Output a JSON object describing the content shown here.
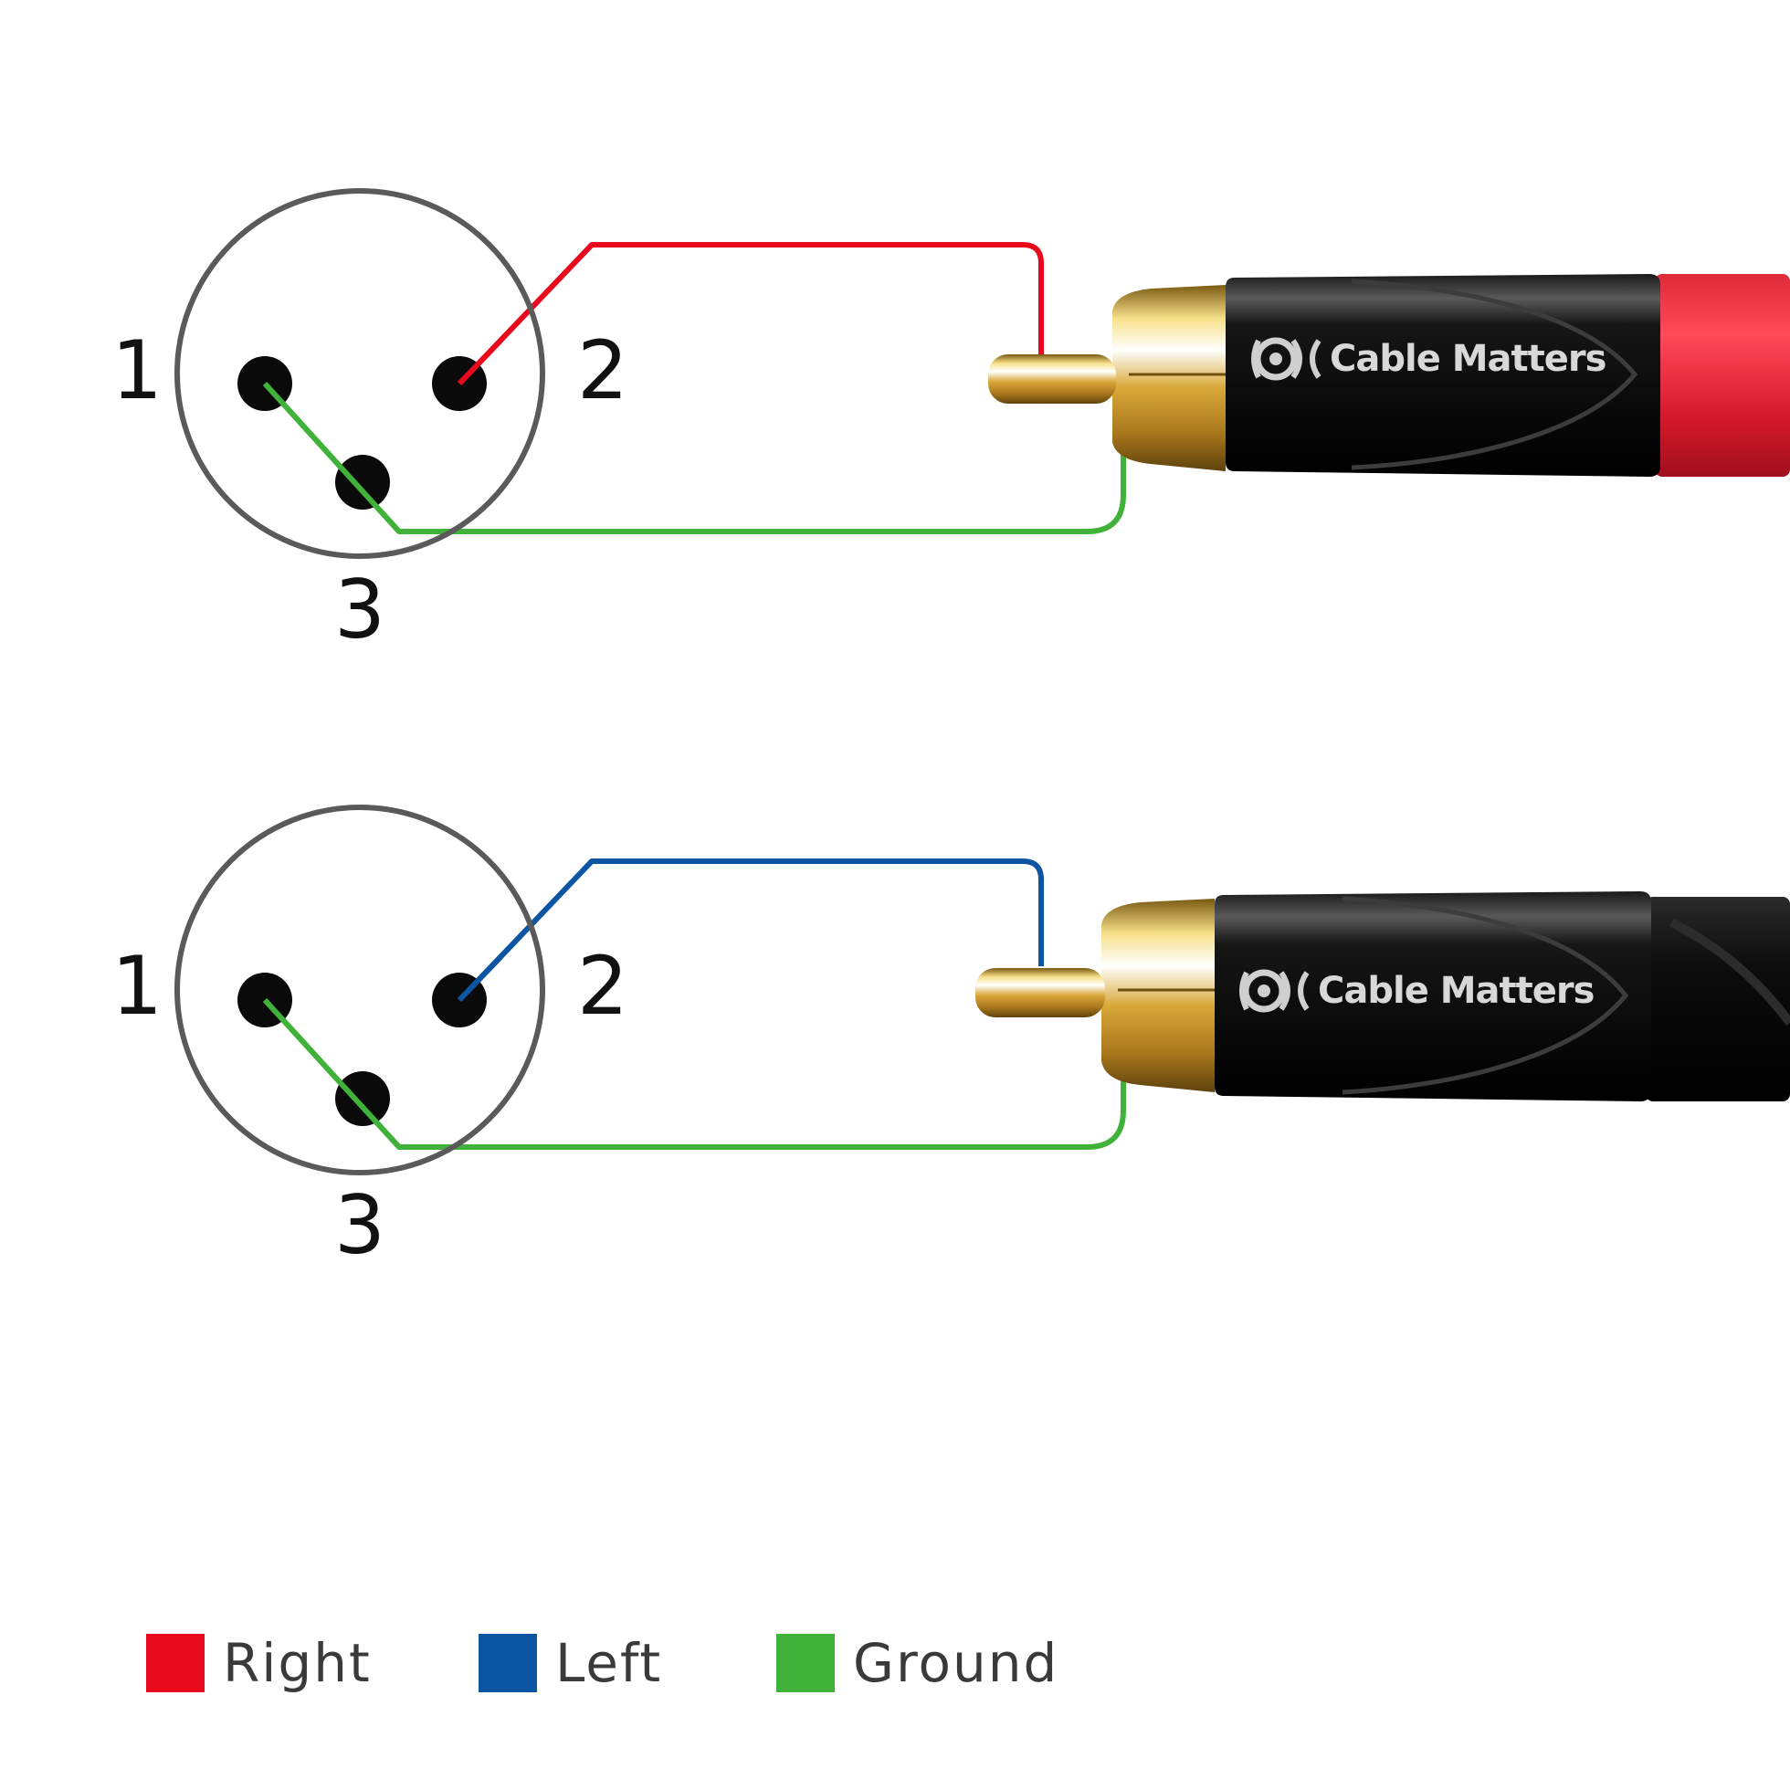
{
  "colors": {
    "right": "#e8091c",
    "left": "#0b55a3",
    "ground": "#40b23a",
    "outline": "#5a5a5a",
    "pin": "#0a0a0a"
  },
  "connectors": [
    {
      "id": "right-channel",
      "pin_labels": {
        "pin1": "1",
        "pin2": "2",
        "pin3": "3"
      },
      "signal_wire": "right",
      "ground_wire": "ground",
      "plug": {
        "brand": "Cable Matters",
        "cable_color": "red"
      }
    },
    {
      "id": "left-channel",
      "pin_labels": {
        "pin1": "1",
        "pin2": "2",
        "pin3": "3"
      },
      "signal_wire": "left",
      "ground_wire": "ground",
      "plug": {
        "brand": "Cable Matters",
        "cable_color": "black"
      }
    }
  ],
  "legend": [
    {
      "key": "right",
      "label": "Right"
    },
    {
      "key": "left",
      "label": "Left"
    },
    {
      "key": "ground",
      "label": "Ground"
    }
  ]
}
